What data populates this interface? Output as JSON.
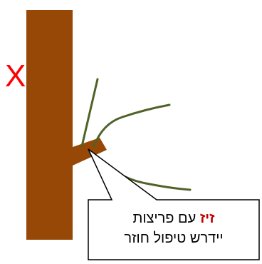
{
  "mark": {
    "cut": "X"
  },
  "callout": {
    "highlight": "זיז",
    "line1_rest": " עם פריצות",
    "line2": "יידרש טיפול חוזר"
  },
  "colors": {
    "trunk": "#974706",
    "branches": "#4f6228",
    "mark": "#ff0000",
    "highlight": "#c00000",
    "callout_stroke": "#000000"
  }
}
